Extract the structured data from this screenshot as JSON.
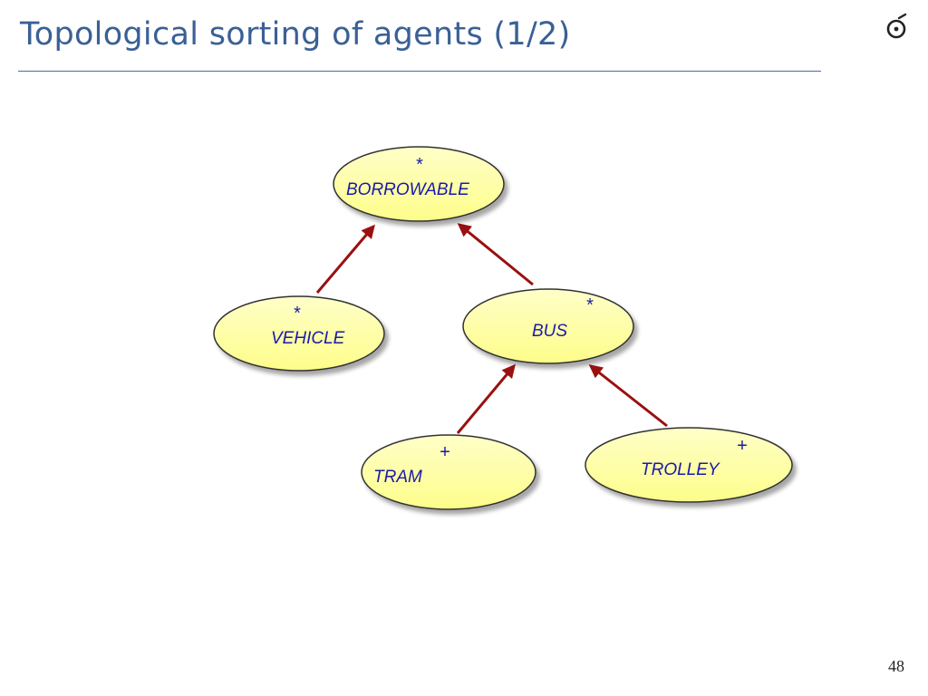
{
  "slide": {
    "title": "Topological sorting of agents (1/2)",
    "page_number": "48"
  },
  "colors": {
    "title": "#3a6096",
    "node_fill": "#ffff99",
    "node_stroke": "#333333",
    "arrow": "#9a1010",
    "label": "#1a1aa8"
  },
  "diagram": {
    "nodes": {
      "borrowable": {
        "label": "BORROWABLE",
        "mark": "*"
      },
      "vehicle": {
        "label": "VEHICLE",
        "mark": "*"
      },
      "bus": {
        "label": "BUS",
        "mark": "*"
      },
      "tram": {
        "label": "TRAM",
        "mark": "+"
      },
      "trolley": {
        "label": "TROLLEY",
        "mark": "+"
      }
    },
    "edges": [
      {
        "from": "vehicle",
        "to": "borrowable"
      },
      {
        "from": "bus",
        "to": "borrowable"
      },
      {
        "from": "tram",
        "to": "bus"
      },
      {
        "from": "trolley",
        "to": "bus"
      }
    ]
  }
}
